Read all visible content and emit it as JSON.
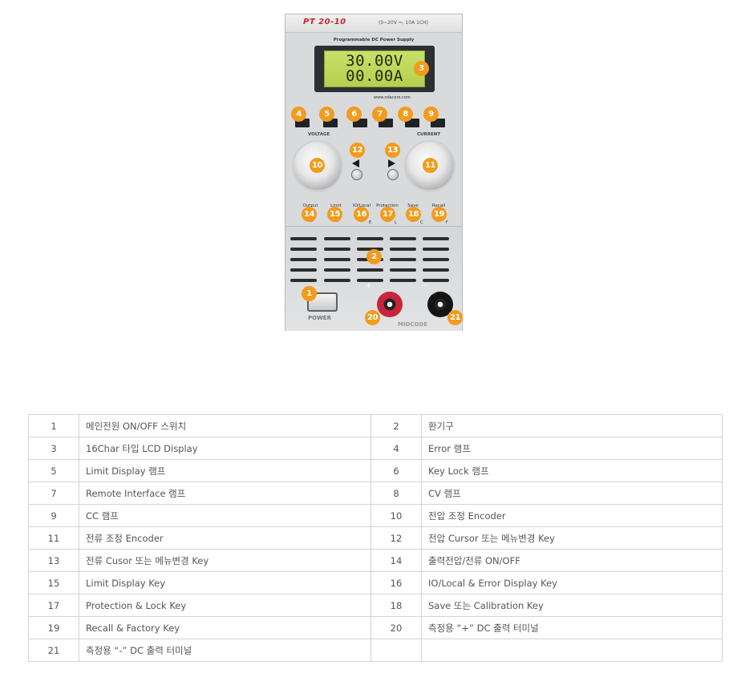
{
  "device": {
    "model": "PT 20-10",
    "spec": "(0~20V ⎓, 10A 1CH)",
    "panel_title": "Programmable DC Power Supply",
    "lcd_line1": "30.00V",
    "lcd_line2": "00.00A",
    "url": "www.odacore.com",
    "voltage_label": "VOLTAGE",
    "current_label": "CURRENT",
    "buttons": [
      "Output",
      "Limit",
      "IO/Local",
      "Protection",
      "Save",
      "Recall"
    ],
    "sub_letters": [
      "E",
      "L",
      "C",
      "F"
    ],
    "power_label": "POWER",
    "model_bottom": "MIDCODE",
    "plus": "+",
    "minus": "−"
  },
  "badges": [
    "1",
    "2",
    "3",
    "4",
    "5",
    "6",
    "7",
    "8",
    "9",
    "10",
    "11",
    "12",
    "13",
    "14",
    "15",
    "16",
    "17",
    "18",
    "19",
    "20",
    "21"
  ],
  "legend_rows": [
    [
      {
        "num": "1",
        "desc": "메인전원 ON/OFF 스위치"
      },
      {
        "num": "2",
        "desc": "환기구"
      }
    ],
    [
      {
        "num": "3",
        "desc": "16Char 타입 LCD Display"
      },
      {
        "num": "4",
        "desc": "Error 램프"
      }
    ],
    [
      {
        "num": "5",
        "desc": "Limit Display 램프"
      },
      {
        "num": "6",
        "desc": "Key Lock 램프"
      }
    ],
    [
      {
        "num": "7",
        "desc": "Remote Interface 램프"
      },
      {
        "num": "8",
        "desc": "CV 램프"
      }
    ],
    [
      {
        "num": "9",
        "desc": "CC 램프"
      },
      {
        "num": "10",
        "desc": "전압 조정 Encoder"
      }
    ],
    [
      {
        "num": "11",
        "desc": "전류 조정 Encoder"
      },
      {
        "num": "12",
        "desc": "전압 Cursor 또는 메뉴변경 Key"
      }
    ],
    [
      {
        "num": "13",
        "desc": "전류 Cusor 또는 메뉴변경 Key"
      },
      {
        "num": "14",
        "desc": "출력전압/전류 ON/OFF"
      }
    ],
    [
      {
        "num": "15",
        "desc": "Limit Display Key"
      },
      {
        "num": "16",
        "desc": "IO/Local & Error Display Key"
      }
    ],
    [
      {
        "num": "17",
        "desc": "Protection & Lock Key"
      },
      {
        "num": "18",
        "desc": "Save 또는 Calibration Key"
      }
    ],
    [
      {
        "num": "19",
        "desc": "Recall & Factory Key"
      },
      {
        "num": "20",
        "desc": "측정용 “+” DC 출력 터미널"
      }
    ],
    [
      {
        "num": "21",
        "desc": "측정용 “-” DC 출력 터미널"
      },
      {
        "num": "",
        "desc": ""
      }
    ]
  ],
  "colors": {
    "badge": "#f29b1d",
    "lcd": "#c9df6a",
    "model_text": "#c8262b",
    "plus_terminal": "#c9243a"
  }
}
